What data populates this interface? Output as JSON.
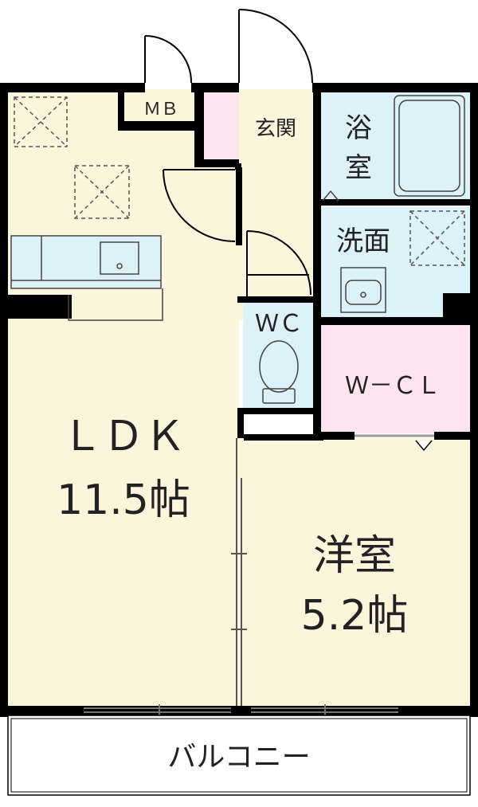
{
  "rooms": {
    "ldk": {
      "name": "ＬＤＫ",
      "size": "11.5帖",
      "color": "#fbf5dc"
    },
    "bedroom": {
      "name": "洋室",
      "size": "5.2帖",
      "color": "#fbf5dc"
    },
    "entrance": {
      "name": "玄関",
      "color": "#fbf5dc"
    },
    "bath": {
      "name_line1": "浴",
      "name_line2": "室",
      "color": "#ddf1f9"
    },
    "washroom": {
      "name": "洗面",
      "color": "#ddf1f9"
    },
    "wc": {
      "name": "ＷＣ",
      "color": "#ddf1f9"
    },
    "walk_in_closet": {
      "name": "Ｗ－ＣＬ",
      "color": "#fde4ee"
    },
    "meter_box": {
      "name": "ＭＢ"
    },
    "balcony": {
      "name": "バルコニー"
    }
  },
  "colors": {
    "wall": "#000000",
    "wet_area": "#ddf1f9",
    "dry_area": "#fbf5dc",
    "closet": "#fde4ee"
  },
  "icons": [
    "ventilation-fan-icon",
    "kitchen-sink-icon",
    "bathtub-icon",
    "wash-basin-icon",
    "toilet-icon",
    "door-swing-icon"
  ]
}
